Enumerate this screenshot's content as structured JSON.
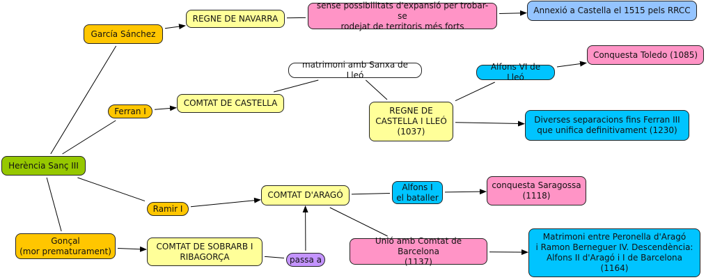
{
  "diagram": {
    "type": "concept-map",
    "colors": {
      "root": "#96c800",
      "person": "#ffc600",
      "territory": "#ffff99",
      "event": "#ff94c6",
      "ruler_outcome": "#00c4ff",
      "annexation": "#94c4ff",
      "connector": "#c494ff",
      "link_phrase": "#ffffff"
    },
    "nodes": {
      "root": "Herència Sanç III",
      "garcia": "García Sánchez",
      "navarra": "REGNE DE NAVARRA",
      "sense": "sense possibilitats d'expansió per trobar-se\nrodejat de territoris més forts",
      "annexio": "Annexió a Castella el 1515 pels RRCC",
      "ferran": "Ferran I",
      "castella": "COMTAT DE CASTELLA",
      "matrimoni_sanxa": "matrimoni amb Sanxa de Lleó",
      "regne_castella_lleo": "REGNE DE\nCASTELLA I LLEÓ\n(1037)",
      "alfons_vi": "Alfons VI de Lleó",
      "toledo": "Conquesta Toledo (1085)",
      "diverses": "Diverses separacions fins Ferran III\nque unifica definitivament (1230)",
      "ramir": "Ramir I",
      "arago": "COMTAT D'ARAGÓ",
      "alfons_i": "Alfons I\nel bataller",
      "saragossa": "conquesta Saragossa\n(1118)",
      "goncal": "Gonçal\n(mor prematurament)",
      "sobrarb": "COMTAT DE SOBRARB I\nRIBAGORÇA",
      "passa_a": "passa a",
      "unio_barcelona": "Unió amb Comtat de Barcelona\n(1137)",
      "matrimoni_peronella": "Matrimoni entre Peronella d'Aragó\ni Ramon Berneguer IV. Descendència:\nAlfons II d'Aragó i I de Barcelona\n(1164)"
    },
    "edges": [
      {
        "from": "root",
        "to": "garcia",
        "arrow": false
      },
      {
        "from": "root",
        "to": "ferran",
        "arrow": false
      },
      {
        "from": "root",
        "to": "ramir",
        "arrow": false
      },
      {
        "from": "root",
        "to": "goncal",
        "arrow": false
      },
      {
        "from": "garcia",
        "to": "navarra",
        "arrow": true
      },
      {
        "from": "navarra",
        "to": "sense",
        "arrow": false
      },
      {
        "from": "sense",
        "to": "annexio",
        "arrow": true
      },
      {
        "from": "ferran",
        "to": "castella",
        "arrow": true
      },
      {
        "from": "castella",
        "to": "matrimoni_sanxa",
        "arrow": false
      },
      {
        "from": "matrimoni_sanxa",
        "to": "regne_castella_lleo",
        "arrow": false
      },
      {
        "from": "regne_castella_lleo",
        "to": "alfons_vi",
        "arrow": false
      },
      {
        "from": "alfons_vi",
        "to": "toledo",
        "arrow": true
      },
      {
        "from": "regne_castella_lleo",
        "to": "diverses",
        "arrow": true
      },
      {
        "from": "ramir",
        "to": "arago",
        "arrow": true
      },
      {
        "from": "arago",
        "to": "alfons_i",
        "arrow": false
      },
      {
        "from": "alfons_i",
        "to": "saragossa",
        "arrow": true
      },
      {
        "from": "arago",
        "to": "unio_barcelona",
        "arrow": false
      },
      {
        "from": "unio_barcelona",
        "to": "matrimoni_peronella",
        "arrow": true
      },
      {
        "from": "goncal",
        "to": "sobrarb",
        "arrow": true
      },
      {
        "from": "sobrarb",
        "to": "passa_a",
        "arrow": false
      },
      {
        "from": "passa_a",
        "to": "arago",
        "arrow": true
      }
    ]
  }
}
